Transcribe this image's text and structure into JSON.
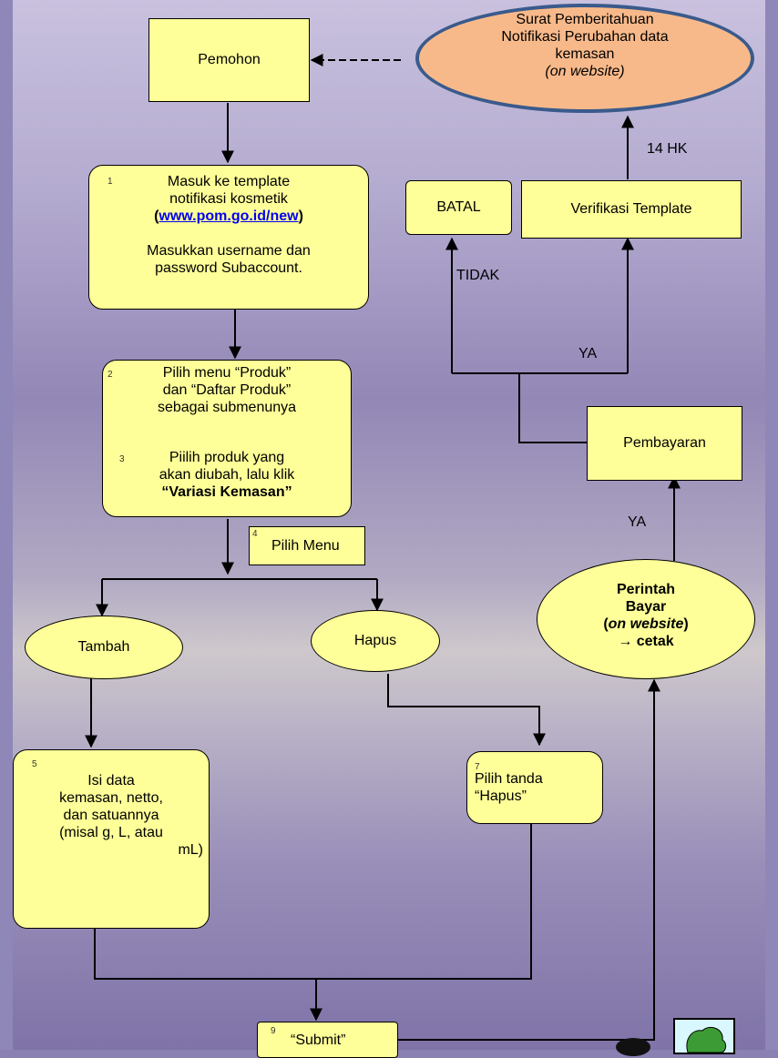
{
  "nodes": {
    "pemohon": "Pemohon",
    "surat": {
      "line1": "Surat Pemberitahuan",
      "line2": "Notifikasi Perubahan data",
      "line3": "kemasan",
      "line4": "(on website)"
    },
    "masuk": {
      "num": "1",
      "line1": "Masuk ke template",
      "line2": "notifikasi kosmetik",
      "link_open": "(",
      "link": "www.pom.go.id/new",
      "link_close": ")",
      "line4": "Masukkan username dan",
      "line5": "password Subaccount."
    },
    "batal": "BATAL",
    "verifikasi": "Verifikasi Template",
    "pilih_menu_produk": {
      "num2": "2",
      "line1": "Pilih menu “Produk”",
      "line2": "dan “Daftar Produk”",
      "line3": "sebagai submenunya",
      "num3": "3",
      "line4": "Piilih produk yang",
      "line5": "akan diubah, lalu klik",
      "line6": "“Variasi Kemasan”"
    },
    "pembayaran": "Pembayaran",
    "pilih_menu": {
      "num": "4",
      "label": "Pilih Menu"
    },
    "tambah": "Tambah",
    "hapus": "Hapus",
    "perintah_bayar": {
      "line1": "Perintah",
      "line2": "Bayar",
      "line3_open": "(",
      "line3_italic": "on website",
      "line3_close": ")",
      "line4": "→ cetak"
    },
    "isi_data": {
      "num": "5",
      "line1": "Isi data",
      "line2": "kemasan, netto,",
      "line3": "dan satuannya",
      "line4": "(misal g, L, atau",
      "line5": "mL)"
    },
    "pilih_tanda": {
      "num": "7",
      "line1": "Pilih tanda",
      "line2": "“Hapus”"
    },
    "submit": {
      "num": "9",
      "label": "“Submit”"
    }
  },
  "edge_labels": {
    "hk": "14 HK",
    "tidak": "TIDAK",
    "ya_top": "YA",
    "ya_right": "YA"
  },
  "colors": {
    "box_fill": "#ffff99",
    "oval_fill": "#f8b98a",
    "oval_border": "#3a5a8c",
    "link": "#0000ee"
  }
}
